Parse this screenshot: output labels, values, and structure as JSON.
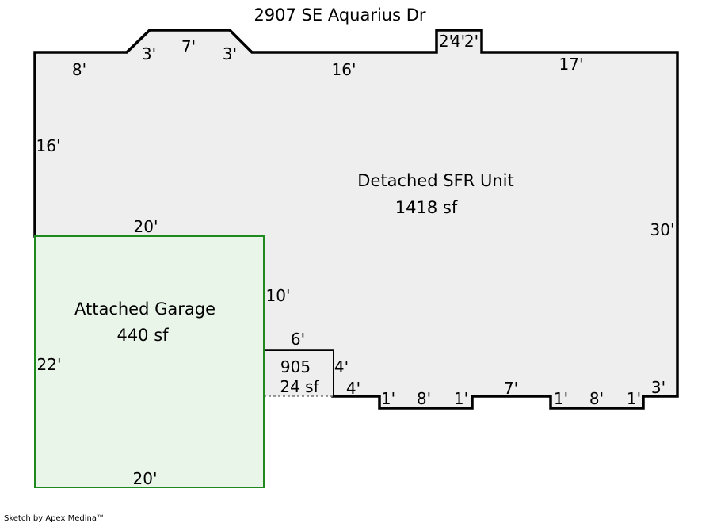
{
  "address": "2907 SE Aquarius Dr",
  "credit": "Sketch by Apex Medina™",
  "colors": {
    "house_fill": "#eeeeee",
    "garage_fill": "#eaf5ea",
    "garage_stroke": "#1e8a1e",
    "wall": "#000000"
  },
  "areas": {
    "house": {
      "name": "Detached SFR Unit",
      "size": "1418 sf"
    },
    "garage": {
      "name": "Attached Garage",
      "size": "440 sf"
    },
    "nook": {
      "name": "905",
      "size": "24 sf"
    }
  },
  "dims": {
    "top_left": "8'",
    "bay_left": "3'",
    "bay_top": "7'",
    "bay_right": "3'",
    "top_mid": "16'",
    "bump_a": "2'",
    "bump_b": "4'",
    "bump_c": "2'",
    "top_right": "17'",
    "left_upper": "16'",
    "right_side": "30'",
    "garage_top": "20'",
    "garage_right": "10'",
    "garage_left": "22'",
    "garage_bottom": "20'",
    "nook_top": "6'",
    "nook_right": "4'",
    "step_a": "4'",
    "step_b": "1'",
    "notch1_bottom": "8'",
    "step_c": "1'",
    "bottom_mid": "7'",
    "step_d": "1'",
    "notch2_bottom": "8'",
    "step_e": "1'",
    "bottom_right": "3'"
  }
}
